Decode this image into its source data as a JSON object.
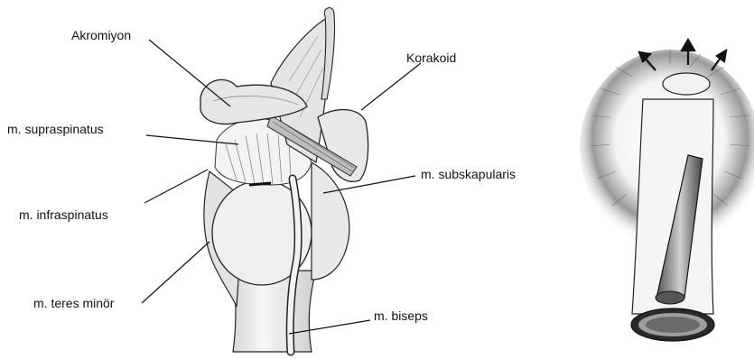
{
  "labels": {
    "akromiyon": "Akromiyon",
    "korakoid": "Korakoid",
    "supraspinatus": "m. supraspinatus",
    "infraspinatus": "m. infraspinatus",
    "subskapularis": "m. subskapularis",
    "teres_minor": "m. teres minör",
    "biseps": "m. biseps"
  },
  "colors": {
    "line": "#111111",
    "shade": "#bdbdbd",
    "light": "#ececec"
  }
}
